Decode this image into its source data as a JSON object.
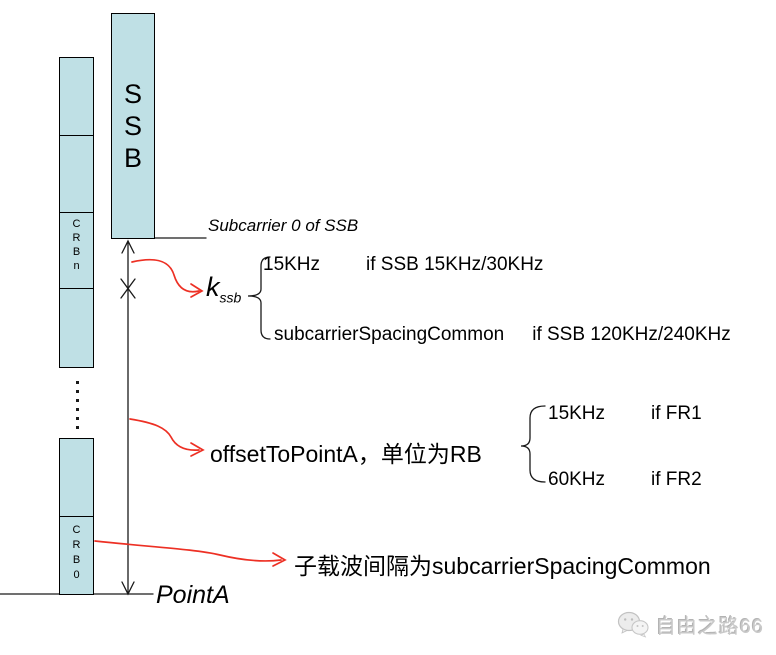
{
  "colors": {
    "block_fill": "#bfe0e5",
    "line_black": "#1a1a1a",
    "red_arrow": "#ed3024",
    "watermark_gray": "#c9c9c9"
  },
  "diagram": {
    "ssb_label": "SSB",
    "crb_n_label": "CRBn",
    "crb_0_label": "CRB0",
    "subcarrier_label": "Subcarrier 0 of SSB",
    "point_a_label": "PointA",
    "kssb": {
      "symbol": "k",
      "subscript": "ssb",
      "options": [
        {
          "value": "15KHz",
          "condition": "if SSB 15KHz/30KHz"
        },
        {
          "value": "subcarrierSpacingCommon",
          "condition": "if SSB 120KHz/240KHz"
        }
      ]
    },
    "offset_to_point_a": {
      "label": "offsetToPointA，单位为RB",
      "options": [
        {
          "value": "15KHz",
          "condition": "if FR1"
        },
        {
          "value": "60KHz",
          "condition": "if FR2"
        }
      ]
    },
    "scs_note": "子载波间隔为subcarrierSpacingCommon"
  },
  "watermark": {
    "text": "自由之路66",
    "icon": "wechat-icon"
  }
}
